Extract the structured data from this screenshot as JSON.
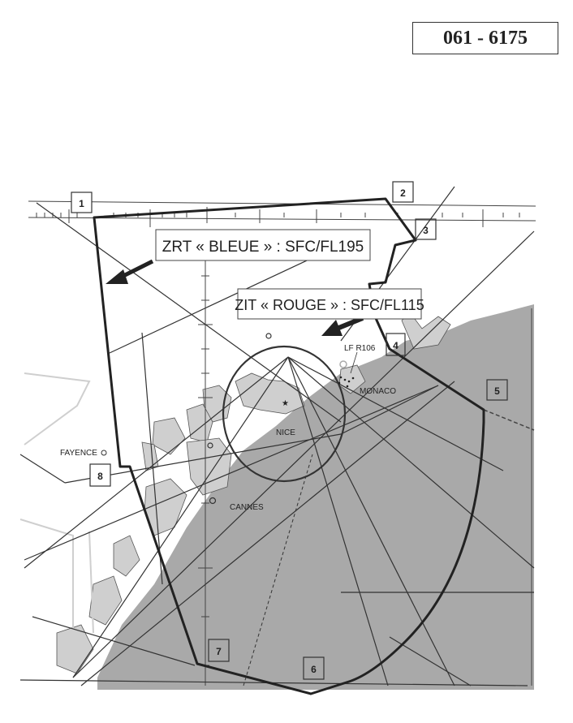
{
  "document": {
    "reference_number": "061 - 6175"
  },
  "map": {
    "zones": [
      {
        "id": "zrt",
        "label": "ZRT « BLEUE » : SFC/FL195"
      },
      {
        "id": "zit",
        "label": "ZIT « ROUGE » : SFC/FL115"
      }
    ],
    "waypoints": [
      {
        "number": "1"
      },
      {
        "number": "2"
      },
      {
        "number": "3"
      },
      {
        "number": "4"
      },
      {
        "number": "5"
      },
      {
        "number": "6"
      },
      {
        "number": "7"
      },
      {
        "number": "8"
      }
    ],
    "places": {
      "nice": "NICE",
      "cannes": "CANNES",
      "monaco": "MONACO",
      "fayence": "FAYENCE",
      "restricted_area": "LF R106"
    },
    "colors": {
      "sea": "#a9a9a9",
      "land_urban": "#cfcfcf",
      "boundary": "#2a2a2a",
      "background": "#ffffff"
    }
  }
}
